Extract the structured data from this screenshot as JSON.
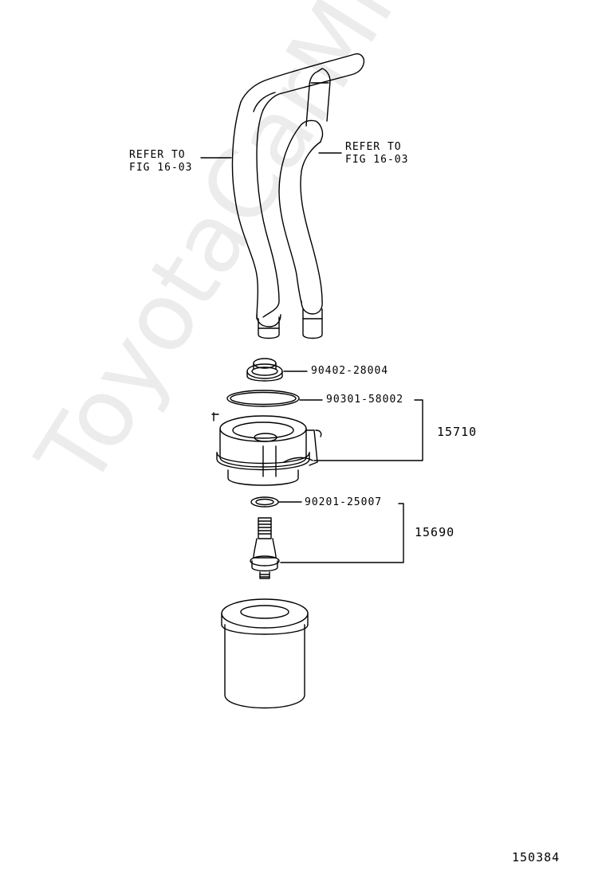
{
  "refs": {
    "left_line1": "REFER TO",
    "left_line2": "FIG 16-03",
    "right_line1": "REFER TO",
    "right_line2": "FIG 16-03"
  },
  "parts": {
    "plug": "90402-28004",
    "oring_large": "90301-58002",
    "cooler_assy": "15710",
    "gasket_small": "90201-25007",
    "union_assy": "15690"
  },
  "figure_number": "150384",
  "watermark": "ToyotaCarMine.ru"
}
